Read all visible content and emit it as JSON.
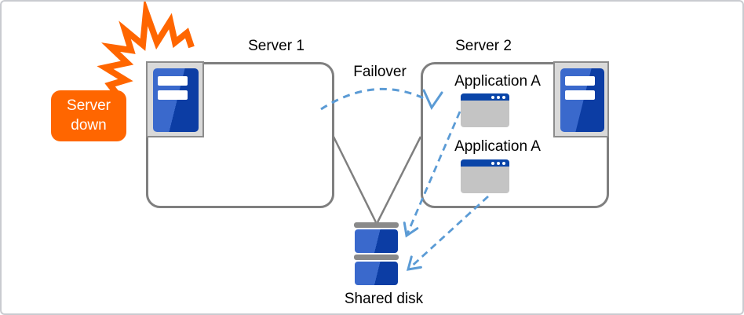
{
  "diagram": {
    "badge": {
      "label": "Server down"
    },
    "server1": {
      "label": "Server 1"
    },
    "server2": {
      "label": "Server 2"
    },
    "failover": {
      "label": "Failover"
    },
    "applications": [
      {
        "label": "Application A"
      },
      {
        "label": "Application A"
      }
    ],
    "shared_disk": {
      "label": "Shared disk"
    }
  },
  "icons": {
    "explosion": "explosion-icon",
    "server": "server-icon",
    "app_window": "app-window-icon",
    "disk": "shared-disk-icon"
  },
  "colors": {
    "orange": "#FF6600",
    "server_blue_light": "#3A69CC",
    "server_blue_dark": "#0C3DA4",
    "app_titlebar_blue": "#0A45A8",
    "app_body_gray": "#C4C4C4",
    "dashed_arrow_blue": "#5B9BD5",
    "box_border_gray": "#7F7F7F",
    "icon_frame_gray": "#D9D9D9",
    "icon_frame_border": "#8C8C8C",
    "disk_bar_gray": "#8A8A8A",
    "text_black": "#000000"
  }
}
